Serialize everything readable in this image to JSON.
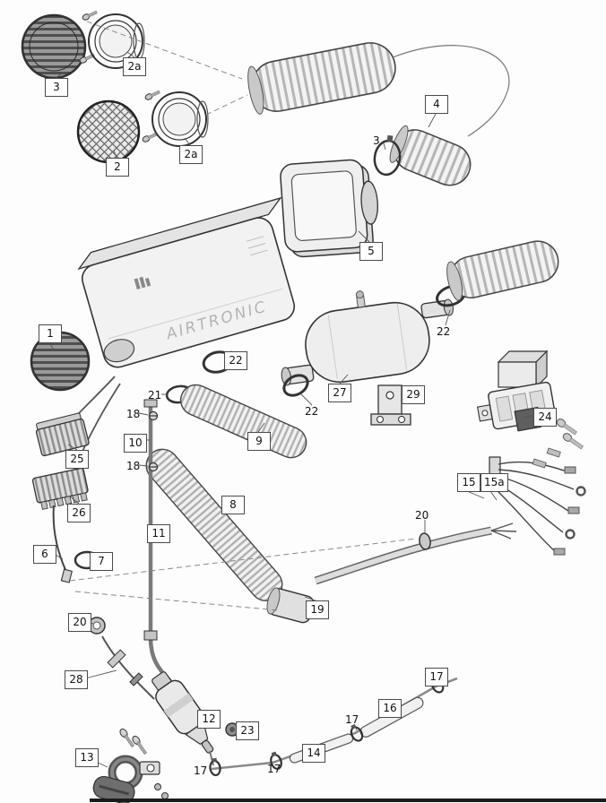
{
  "heater": {
    "brand_text": "AIRTRONIC"
  },
  "labels": [
    {
      "text": "3"
    },
    {
      "text": "2a"
    },
    {
      "text": "2"
    },
    {
      "text": "2a"
    },
    {
      "text": "4"
    },
    {
      "text": "3"
    },
    {
      "text": "5"
    },
    {
      "text": "1"
    },
    {
      "text": "22"
    },
    {
      "text": "21"
    },
    {
      "text": "18"
    },
    {
      "text": "10"
    },
    {
      "text": "18"
    },
    {
      "text": "9"
    },
    {
      "text": "27"
    },
    {
      "text": "22"
    },
    {
      "text": "22"
    },
    {
      "text": "29"
    },
    {
      "text": "24"
    },
    {
      "text": "15"
    },
    {
      "text": "15a"
    },
    {
      "text": "20"
    },
    {
      "text": "25"
    },
    {
      "text": "26"
    },
    {
      "text": "6"
    },
    {
      "text": "7"
    },
    {
      "text": "8"
    },
    {
      "text": "11"
    },
    {
      "text": "19"
    },
    {
      "text": "20"
    },
    {
      "text": "28"
    },
    {
      "text": "12"
    },
    {
      "text": "23"
    },
    {
      "text": "13"
    },
    {
      "text": "14"
    },
    {
      "text": "17"
    },
    {
      "text": "16"
    },
    {
      "text": "17"
    },
    {
      "text": "17"
    },
    {
      "text": "17"
    }
  ]
}
